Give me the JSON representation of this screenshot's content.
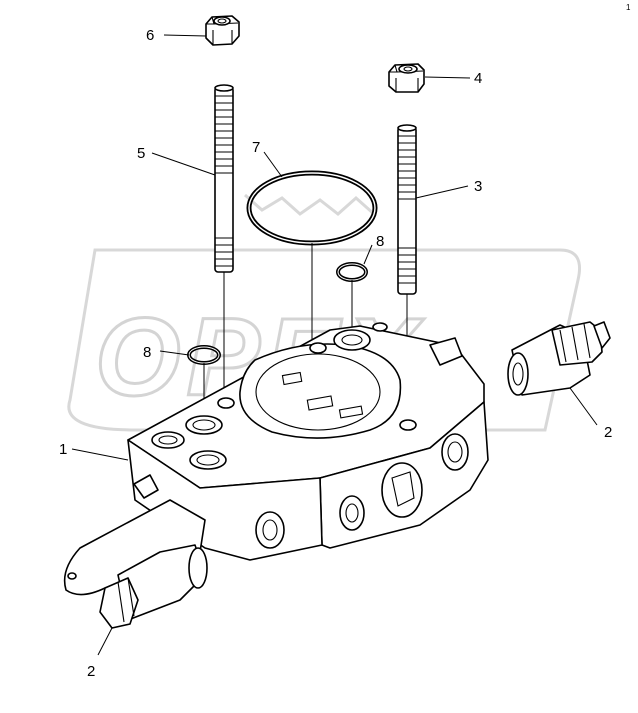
{
  "figure": {
    "corner_mark": "1",
    "watermark_text": "OPEX",
    "callouts": [
      {
        "id": "callout-1",
        "label": "1"
      },
      {
        "id": "callout-2a",
        "label": "2"
      },
      {
        "id": "callout-2b",
        "label": "2"
      },
      {
        "id": "callout-3",
        "label": "3"
      },
      {
        "id": "callout-4",
        "label": "4"
      },
      {
        "id": "callout-5",
        "label": "5"
      },
      {
        "id": "callout-6",
        "label": "6"
      },
      {
        "id": "callout-7",
        "label": "7"
      },
      {
        "id": "callout-8a",
        "label": "8"
      },
      {
        "id": "callout-8b",
        "label": "8"
      }
    ]
  }
}
